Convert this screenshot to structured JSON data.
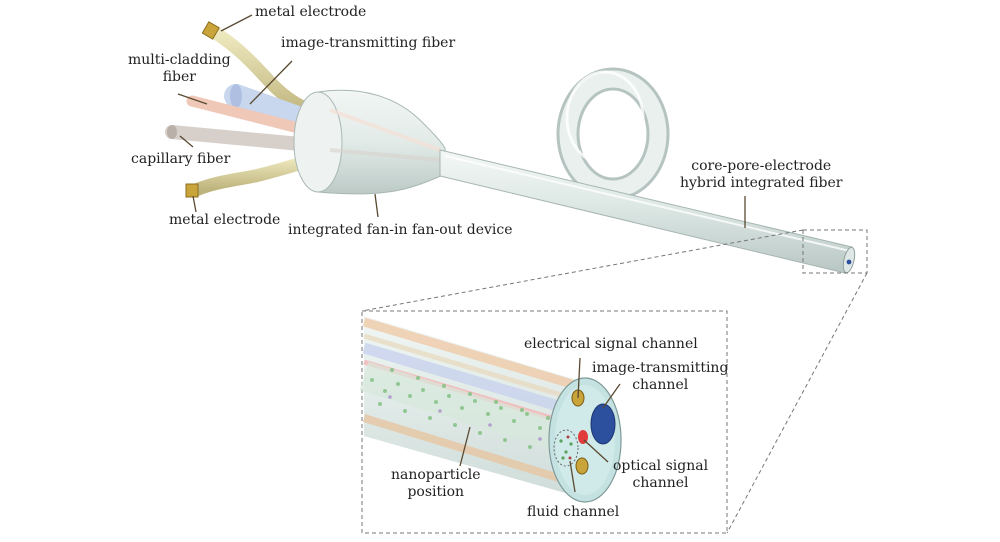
{
  "labels": {
    "metal_electrode_top": "metal electrode",
    "image_transmitting_fiber": "image-transmitting fiber",
    "multi_cladding_fiber": "multi-cladding\nfiber",
    "capillary_fiber": "capillary fiber",
    "metal_electrode_bottom": "metal electrode",
    "fan_device": "integrated fan-in fan-out device",
    "hybrid_fiber": "core-pore-electrode\nhybrid integrated fiber",
    "electrical_channel": "electrical signal channel",
    "image_channel": "image-transmitting\nchannel",
    "optical_channel": "optical signal\nchannel",
    "fluid_channel": "fluid channel",
    "nanoparticle_position": "nanoparticle\nposition"
  },
  "colors": {
    "label_text": "#222222",
    "leader_line": "#5a4a32",
    "metal_sheath": "#d9d2a3",
    "electrode_tip": "#c9a43a",
    "image_fiber": "#c8d6ee",
    "multi_cladding": "#f0c8b8",
    "capillary": "#d6cfca",
    "fiber_body": "#e6eeec",
    "image_channel": "#2c4f9e",
    "optical_channel": "#e23b3b",
    "particles": "#7fbf7f"
  }
}
